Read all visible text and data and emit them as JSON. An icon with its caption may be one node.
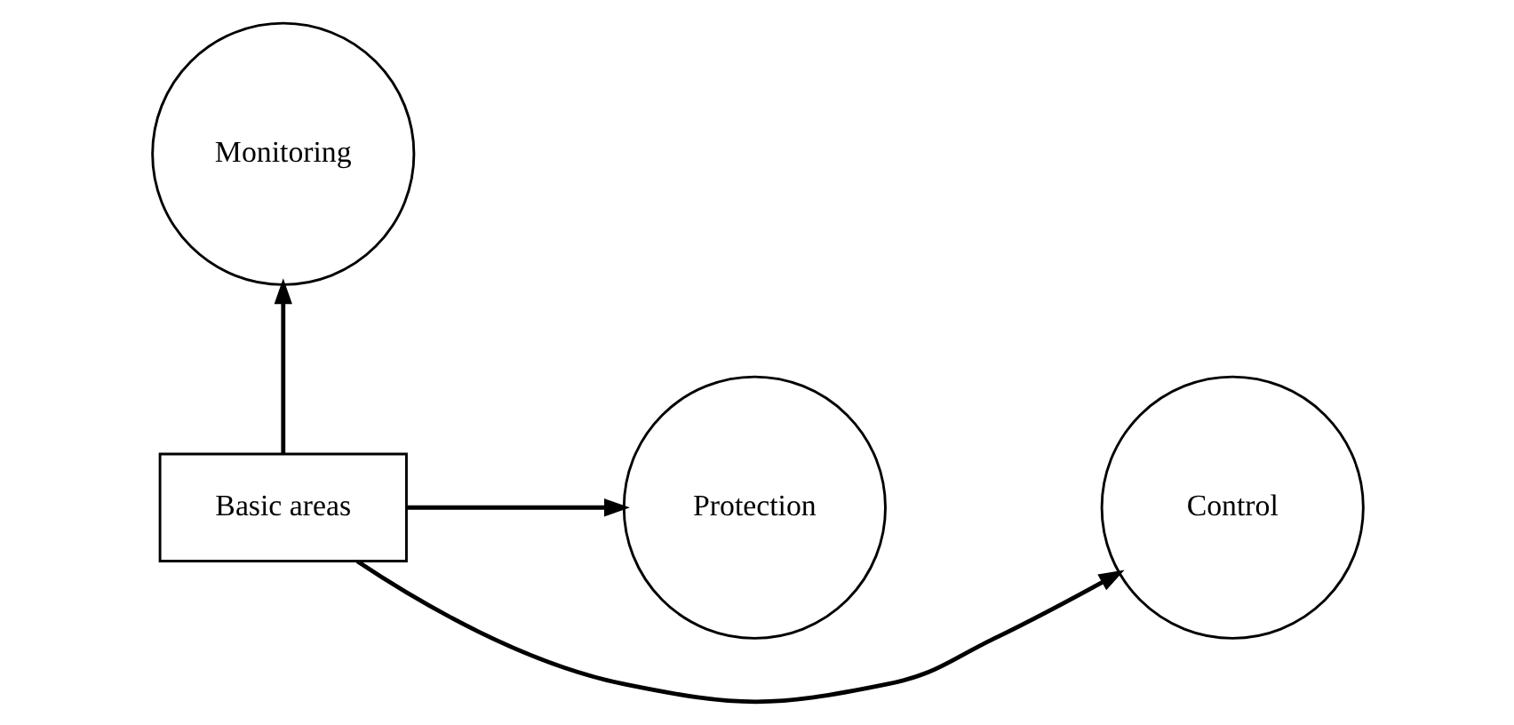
{
  "diagram": {
    "nodes": [
      {
        "text": [
          "Monitoring"
        ]
      },
      {
        "text": [
          "Control"
        ]
      },
      {
        "text": [
          "Basic areas"
        ]
      },
      {
        "text": [
          "Protection"
        ]
      }
    ],
    "edges": [
      {
        "from": 2,
        "to": 0,
        "arrow": "to"
      },
      {
        "from": 2,
        "to": 1,
        "arrow": "to"
      },
      {
        "from": 2,
        "to": 3,
        "arrow": "to"
      }
    ]
  }
}
